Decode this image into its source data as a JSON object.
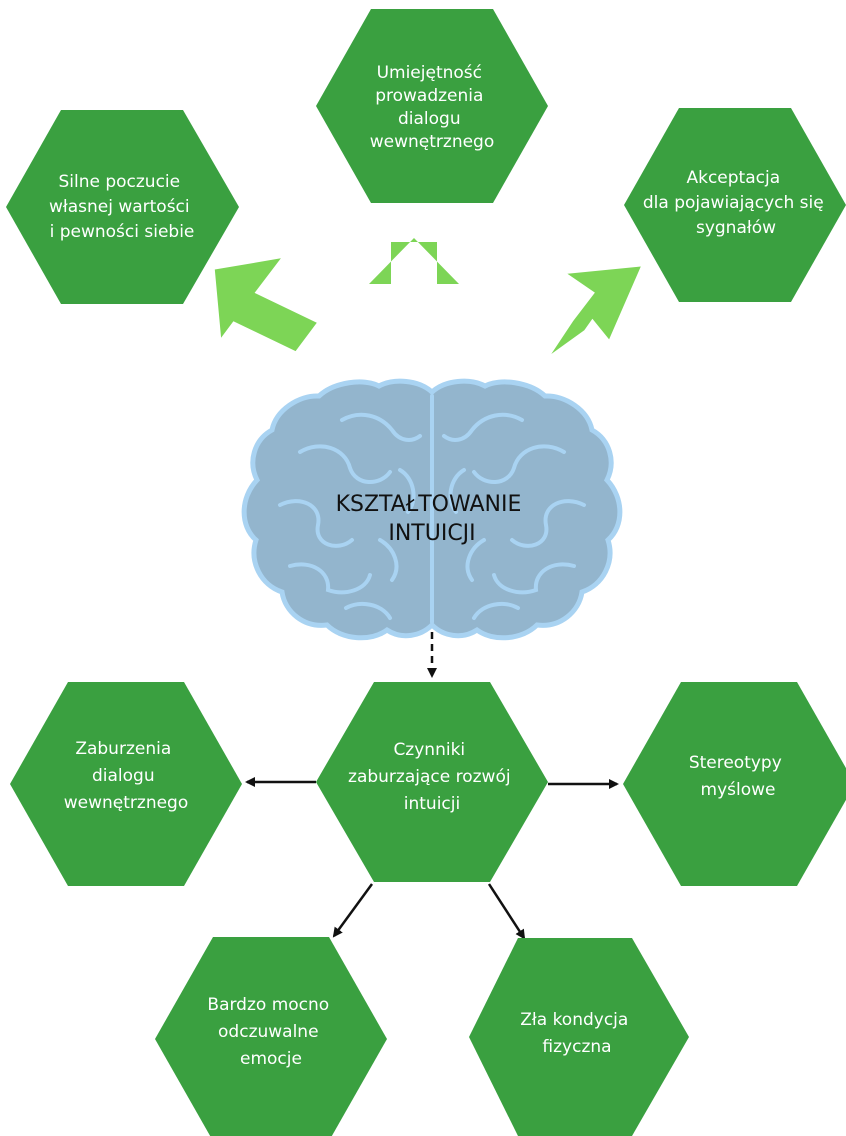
{
  "colors": {
    "hexagon": "#3aa040",
    "up_arrow": "#7dd556",
    "brain_fill": "#93b5cd",
    "brain_stroke": "#a9d3f2",
    "connector": "#111111",
    "label_text": "#ffffff",
    "center_text": "#111111"
  },
  "center": {
    "lines": [
      "KSZTAŁTOWANIE",
      "INTUICJI"
    ],
    "icon": "brain-icon"
  },
  "upper_nodes": {
    "left": {
      "lines": [
        "Silne poczucie",
        "własnej wartości",
        "i pewności siebie"
      ]
    },
    "top": {
      "lines": [
        "Umiejętność",
        "prowadzenia",
        "dialogu",
        "wewnętrznego"
      ]
    },
    "right": {
      "lines": [
        "Akceptacja",
        "dla pojawiających się",
        "sygnałów"
      ]
    }
  },
  "lower_hub": {
    "lines": [
      "Czynniki",
      "zaburzające rozwój",
      "intuicji"
    ]
  },
  "lower_nodes": {
    "left": {
      "lines": [
        "Zaburzenia",
        "dialogu",
        "wewnętrznego"
      ]
    },
    "right": {
      "lines": [
        "Stereotypy",
        "myślowe"
      ]
    },
    "bottom_left": {
      "lines": [
        "Bardzo mocno",
        "odczuwalne",
        "emocje"
      ]
    },
    "bottom_right": {
      "lines": [
        "Zła kondycja",
        "fizyczna"
      ]
    }
  }
}
